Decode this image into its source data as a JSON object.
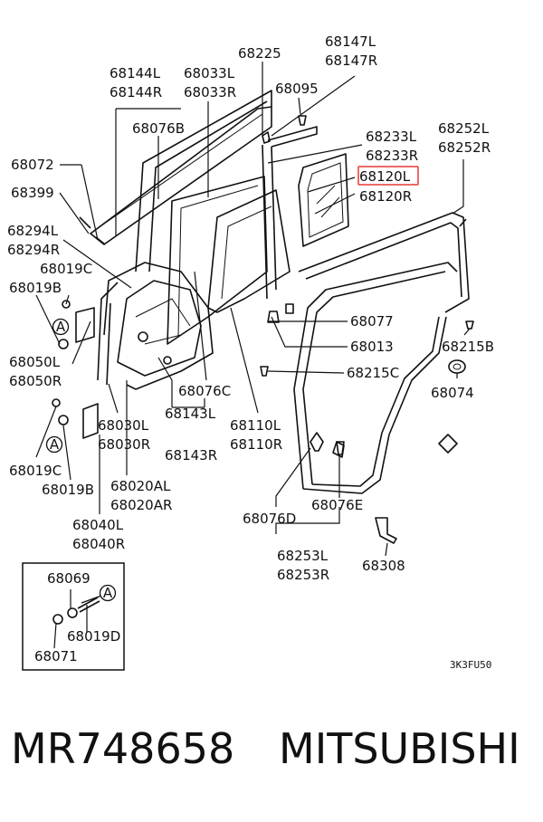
{
  "labels": [
    {
      "id": "68225",
      "text": "68225"
    },
    {
      "id": "68147L",
      "text": "68147L"
    },
    {
      "id": "68147R",
      "text": "68147R"
    },
    {
      "id": "68144L",
      "text": "68144L"
    },
    {
      "id": "68144R",
      "text": "68144R"
    },
    {
      "id": "68033L",
      "text": "68033L"
    },
    {
      "id": "68033R",
      "text": "68033R"
    },
    {
      "id": "68095",
      "text": "68095"
    },
    {
      "id": "68076B",
      "text": "68076B"
    },
    {
      "id": "68233L",
      "text": "68233L"
    },
    {
      "id": "68233R",
      "text": "68233R"
    },
    {
      "id": "68252L",
      "text": "68252L"
    },
    {
      "id": "68252R",
      "text": "68252R"
    },
    {
      "id": "68072",
      "text": "68072"
    },
    {
      "id": "68120L",
      "text": "68120L"
    },
    {
      "id": "68120R",
      "text": "68120R"
    },
    {
      "id": "68399",
      "text": "68399"
    },
    {
      "id": "68294L",
      "text": "68294L"
    },
    {
      "id": "68294R",
      "text": "68294R"
    },
    {
      "id": "68019C_top",
      "text": "68019C"
    },
    {
      "id": "68019B_top",
      "text": "68019B"
    },
    {
      "id": "68077",
      "text": "68077"
    },
    {
      "id": "68013",
      "text": "68013"
    },
    {
      "id": "68215B",
      "text": "68215B"
    },
    {
      "id": "68050L",
      "text": "68050L"
    },
    {
      "id": "68050R",
      "text": "68050R"
    },
    {
      "id": "68215C",
      "text": "68215C"
    },
    {
      "id": "68074",
      "text": "68074"
    },
    {
      "id": "68076C",
      "text": "68076C"
    },
    {
      "id": "68030L",
      "text": "68030L"
    },
    {
      "id": "68030R",
      "text": "68030R"
    },
    {
      "id": "68143L",
      "text": "68143L"
    },
    {
      "id": "68143R",
      "text": "68143R"
    },
    {
      "id": "68110L",
      "text": "68110L"
    },
    {
      "id": "68110R",
      "text": "68110R"
    },
    {
      "id": "68019C_bot",
      "text": "68019C"
    },
    {
      "id": "68019B_bot",
      "text": "68019B"
    },
    {
      "id": "68020AL",
      "text": "68020AL"
    },
    {
      "id": "68020AR",
      "text": "68020AR"
    },
    {
      "id": "68076D",
      "text": "68076D"
    },
    {
      "id": "68076E",
      "text": "68076E"
    },
    {
      "id": "68040L",
      "text": "68040L"
    },
    {
      "id": "68040R",
      "text": "68040R"
    },
    {
      "id": "68253L",
      "text": "68253L"
    },
    {
      "id": "68253R",
      "text": "68253R"
    },
    {
      "id": "68308",
      "text": "68308"
    },
    {
      "id": "68069",
      "text": "68069"
    },
    {
      "id": "68019D",
      "text": "68019D"
    },
    {
      "id": "68071",
      "text": "68071"
    }
  ],
  "callout_letters": [
    "A",
    "A",
    "A"
  ],
  "highlighted_part": "68120L",
  "highlight_color": "#e53935",
  "drawing_code": "3K3FU50",
  "footer": {
    "part_number": "MR748658",
    "brand": "MITSUBISHI"
  }
}
